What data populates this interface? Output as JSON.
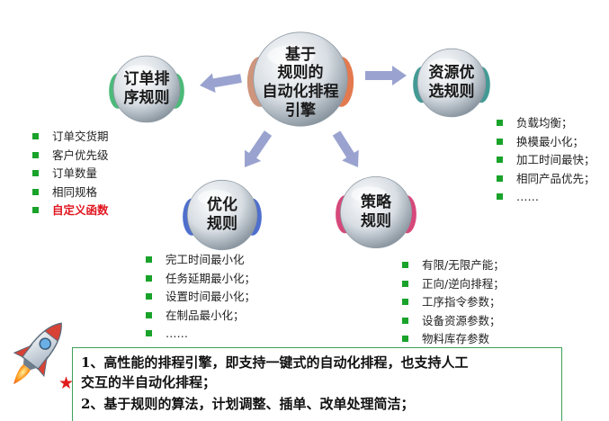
{
  "colors": {
    "sphere_light": "#ffffff",
    "sphere_mid": "#d7dde3",
    "sphere_dark": "#7d8a95",
    "arrow": "#9aa3cf",
    "bullet": "#19a32a",
    "emphasis_text": "#e0141e",
    "box_border": "#3f9f5a",
    "star": "#e01b1b"
  },
  "center_node": {
    "label": "基于\n规则的\n自动化排程\n引擎",
    "accent_colors": [
      "#c98a6e",
      "#e06b3c"
    ]
  },
  "nodes": {
    "order_rules": {
      "label": "订单排\n序规则",
      "accent_color": "#39b36a"
    },
    "resource_rules": {
      "label": "资源优\n选规则",
      "accent_color": "#2f8f8a"
    },
    "optimization": {
      "label": "优化\n规则",
      "accent_color": "#3b5fc8"
    },
    "strategy": {
      "label": "策略\n规则",
      "accent_color": "#d1346a"
    }
  },
  "lists": {
    "order_rules": [
      {
        "text": "订单交货期"
      },
      {
        "text": "客户优先级"
      },
      {
        "text": "订单数量"
      },
      {
        "text": "相同规格"
      },
      {
        "text": "自定义函数",
        "emphasis": true
      }
    ],
    "resource_rules": [
      {
        "text": "负载均衡；"
      },
      {
        "text": "换模最小化；"
      },
      {
        "text": "加工时间最快；"
      },
      {
        "text": "相同产品优先；"
      },
      {
        "text": "……"
      }
    ],
    "optimization": [
      {
        "text": "完工时间最小化"
      },
      {
        "text": "任务延期最小化；"
      },
      {
        "text": "设置时间最小化；"
      },
      {
        "text": "在制品最小化；"
      },
      {
        "text": "……"
      }
    ],
    "strategy": [
      {
        "text": "有限/无限产能；"
      },
      {
        "text": "正向/逆向排程；"
      },
      {
        "text": "工序指令参数；"
      },
      {
        "text": "设备资源参数；"
      },
      {
        "text": "物料库存参数"
      }
    ]
  },
  "info_box": {
    "line1": "1、高性能的排程引擎，即支持一键式的自动化排程，也支持人工",
    "line2": "交互的半自动化排程；",
    "line3": "2、基于规则的算法，计划调整、插单、改单处理简洁；"
  },
  "icons": [
    "rocket-icon",
    "star-icon"
  ]
}
